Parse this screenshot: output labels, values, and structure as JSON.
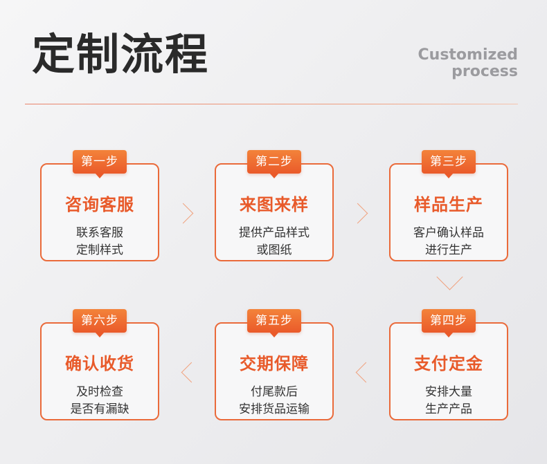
{
  "header": {
    "title": "定制流程",
    "subtitle_line1": "Customized",
    "subtitle_line2": "process"
  },
  "steps": [
    {
      "badge": "第一步",
      "title": "咨询客服",
      "desc1": "联系客服",
      "desc2": "定制样式"
    },
    {
      "badge": "第二步",
      "title": "来图来样",
      "desc1": "提供产品样式",
      "desc2": "或图纸"
    },
    {
      "badge": "第三步",
      "title": "样品生产",
      "desc1": "客户确认样品",
      "desc2": "进行生产"
    },
    {
      "badge": "第四步",
      "title": "支付定金",
      "desc1": "安排大量",
      "desc2": "生产产品"
    },
    {
      "badge": "第五步",
      "title": "交期保障",
      "desc1": "付尾款后",
      "desc2": "安排货品运输"
    },
    {
      "badge": "第六步",
      "title": "确认收货",
      "desc1": "及时检查",
      "desc2": "是否有漏缺"
    }
  ],
  "colors": {
    "accent": "#ea5a2a",
    "border": "#ea6a3a",
    "title": "#2a2a2a",
    "subtitle": "#9b9b9f"
  }
}
